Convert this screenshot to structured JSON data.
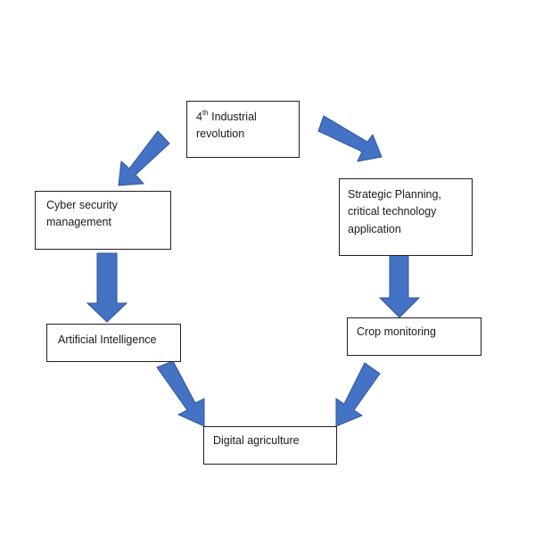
{
  "diagram": {
    "nodes": {
      "revolution": {
        "prefix": "4",
        "superscript": "th",
        "line1_rest": " Industrial",
        "line2": "revolution"
      },
      "cyber": {
        "line1": "Cyber security",
        "line2": "management"
      },
      "strategic": {
        "line1": "Strategic Planning,",
        "line2": "critical technology",
        "line3": "application"
      },
      "ai": {
        "label": "Artificial Intelligence"
      },
      "crop": {
        "label": "Crop monitoring"
      },
      "digital": {
        "label": "Digital agriculture"
      }
    },
    "edges": [
      {
        "from": "4th Industrial revolution",
        "to": "Cyber security management"
      },
      {
        "from": "4th Industrial revolution",
        "to": "Strategic Planning, critical technology application"
      },
      {
        "from": "Cyber security management",
        "to": "Artificial Intelligence"
      },
      {
        "from": "Strategic Planning, critical technology application",
        "to": "Crop monitoring"
      },
      {
        "from": "Artificial Intelligence",
        "to": "Digital agriculture"
      },
      {
        "from": "Crop monitoring",
        "to": "Digital agriculture"
      }
    ],
    "colors": {
      "arrow_fill": "#4472c4",
      "arrow_stroke": "#2f5597",
      "box_border": "#1f1f1f"
    }
  }
}
